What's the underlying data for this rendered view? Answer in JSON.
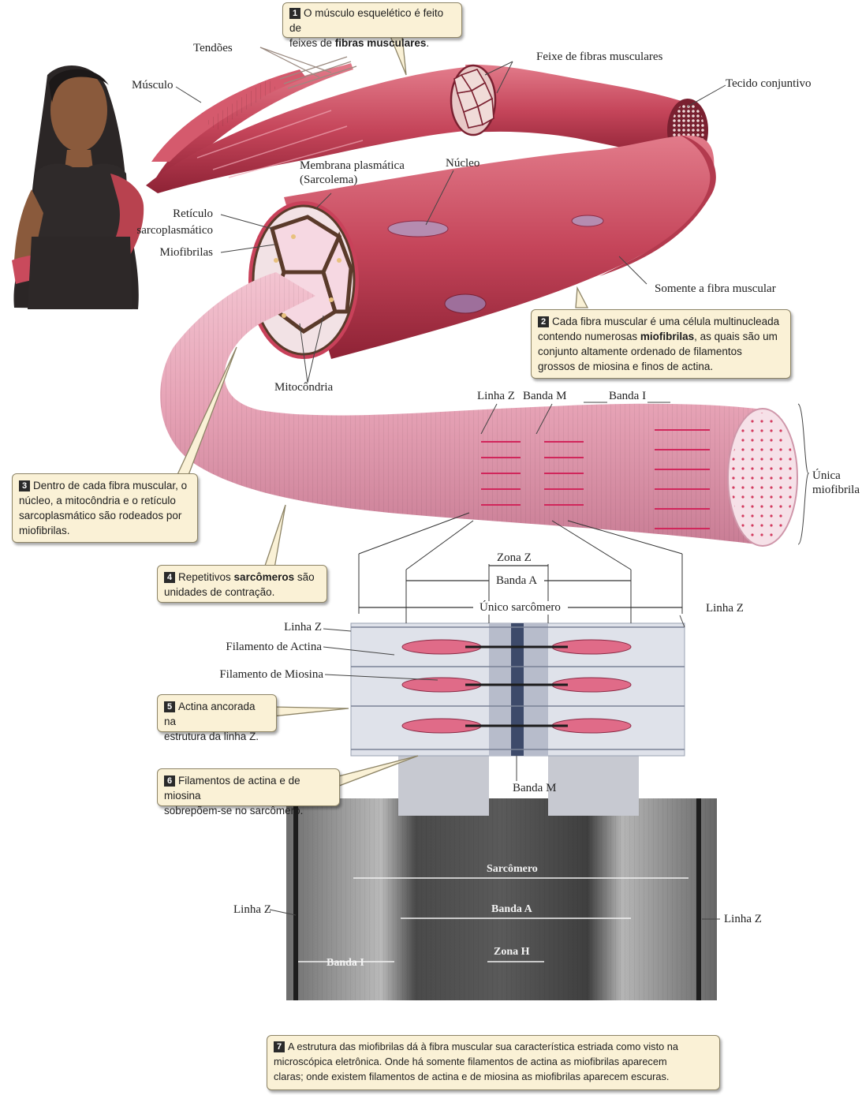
{
  "labels": {
    "tendoes": "Tendões",
    "musculo": "Músculo",
    "feixe": "Feixe de fibras musculares",
    "tecido": "Tecido conjuntivo",
    "membrana1": "Membrana plasmática",
    "membrana2": "(Sarcolema)",
    "nucleo": "Núcleo",
    "reticulo1": "Retículo",
    "reticulo2": "sarcoplasmático",
    "miofibrilas": "Miofibrilas",
    "somente": "Somente a fibra muscular",
    "mitocondria": "Mitocôndria",
    "linha_z_top": "Linha Z",
    "banda_m_top": "Banda M",
    "banda_i_top": "Banda I",
    "unica1": "Única",
    "unica2": "miofibrila",
    "zona_z": "Zona Z",
    "banda_a": "Banda A",
    "unico_sarcomero": "Único sarcômero",
    "linha_z_right": "Linha Z",
    "linha_z_left": "Linha Z",
    "filamento_actina": "Filamento de Actina",
    "filamento_miosina": "Filamento de Miosina",
    "banda_m_mid": "Banda M",
    "micro_sarcomero": "Sarcômero",
    "micro_banda_a": "Banda A",
    "micro_zona_h": "Zona H",
    "micro_banda_i": "Banda I",
    "micro_linha_z_left": "Linha Z",
    "micro_linha_z_right": "Linha Z"
  },
  "callouts": {
    "c1": {
      "num": "1",
      "pre": "O músculo esquelético é feito de",
      "pre2": "feixes de ",
      "bold": "fibras musculares",
      "post": "."
    },
    "c2": {
      "num": "2",
      "l1": "Cada fibra muscular é uma célula multinucleada",
      "l2pre": "contendo numerosas ",
      "l2bold": "miofibrilas",
      "l2post": ", as quais são um",
      "l3": "conjunto altamente ordenado de filamentos",
      "l4": "grossos de miosina e finos de actina."
    },
    "c3": {
      "num": "3",
      "l1": "Dentro de cada fibra muscular, o",
      "l2": "núcleo, a mitocôndria e o retículo",
      "l3": "sarcoplasmático são rodeados por",
      "l4": "miofibrilas."
    },
    "c4": {
      "num": "4",
      "pre": "Repetitivos ",
      "bold": "sarcômeros",
      "post": " são",
      "l2": "unidades de contração."
    },
    "c5": {
      "num": "5",
      "l1": "Actina ancorada na",
      "l2": "estrutura da linha Z."
    },
    "c6": {
      "num": "6",
      "l1": "Filamentos de actina e de miosina",
      "l2": "sobrepõem-se no sarcômero."
    },
    "c7": {
      "num": "7",
      "l1": "A estrutura das miofibrilas dá à fibra muscular sua característica estriada como visto na",
      "l2": "microscópica eletrônica. Onde há somente filamentos de actina as miofibrilas aparecem",
      "l3": "claras; onde existem filamentos de actina e de miosina as miofibrilas aparecem escuras."
    }
  },
  "colors": {
    "muscle": "#c94a5c",
    "muscle_dark": "#8f2236",
    "myofibril": "#e7a6b8",
    "callout_bg": "#faf1d6"
  }
}
